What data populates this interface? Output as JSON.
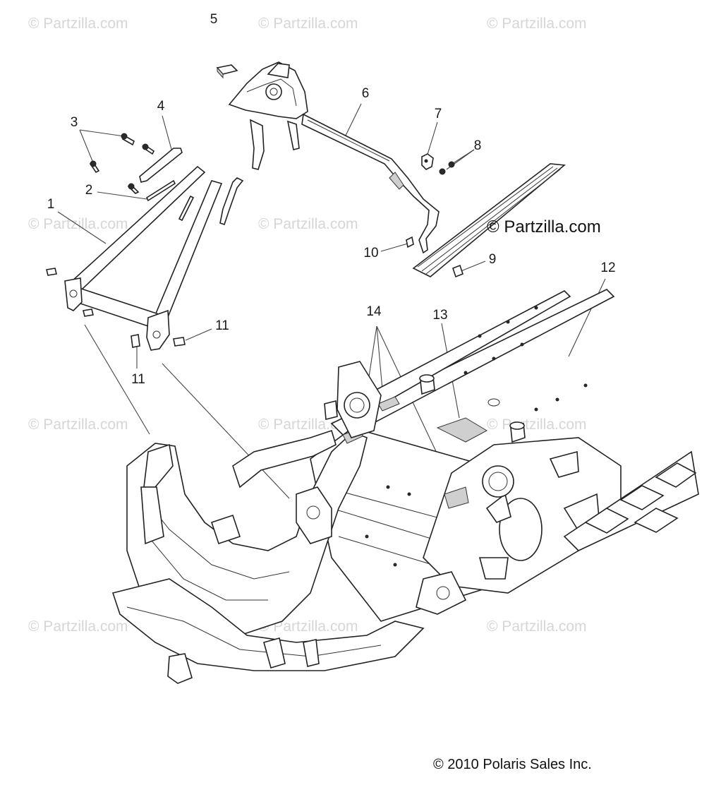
{
  "watermark_text": "© Partzilla.com",
  "brand_text": "© Partzilla.com",
  "copyright": "© 2010 Polaris Sales Inc.",
  "callouts": [
    "1",
    "2",
    "3",
    "4",
    "5",
    "6",
    "7",
    "8",
    "9",
    "10",
    "11",
    "11",
    "12",
    "13",
    "14"
  ],
  "colors": {
    "line": "#444444",
    "watermark": "#d6d6d6",
    "text": "#1a1a1a"
  }
}
